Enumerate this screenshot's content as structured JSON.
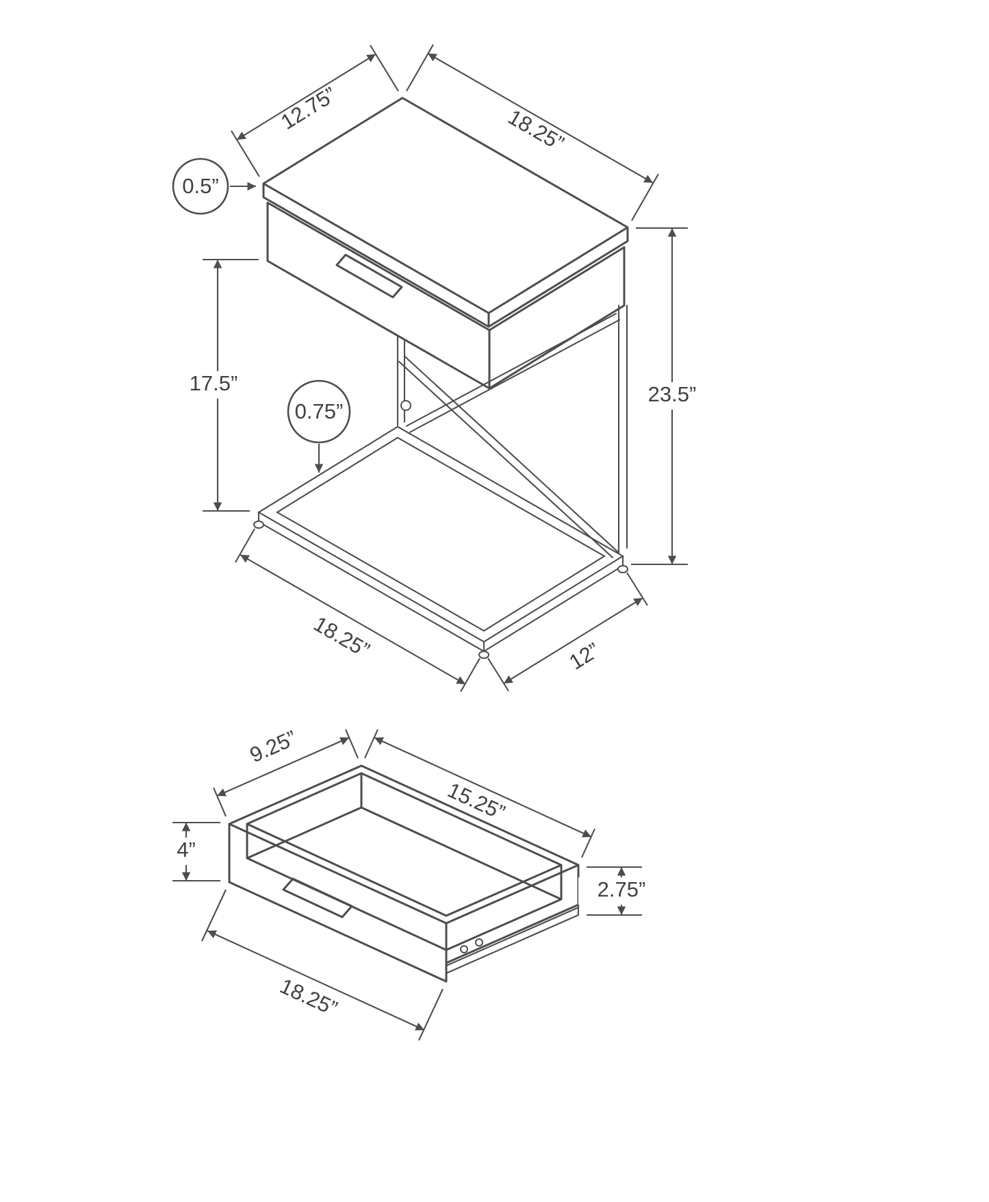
{
  "diagram": {
    "colors": {
      "line": "#4d4d4d",
      "text": "#414042",
      "background": "#ffffff"
    },
    "table": {
      "top_depth": "12.75”",
      "top_width": "18.25”",
      "top_thickness": "0.5”",
      "clearance_height": "17.5”",
      "frame_thickness": "0.75”",
      "overall_height": "23.5”",
      "base_width": "18.25”",
      "base_depth": "12”"
    },
    "drawer": {
      "inner_depth": "9.25”",
      "inner_width": "15.25”",
      "front_height": "4”",
      "side_height": "2.75”",
      "overall_width": "18.25”"
    }
  }
}
